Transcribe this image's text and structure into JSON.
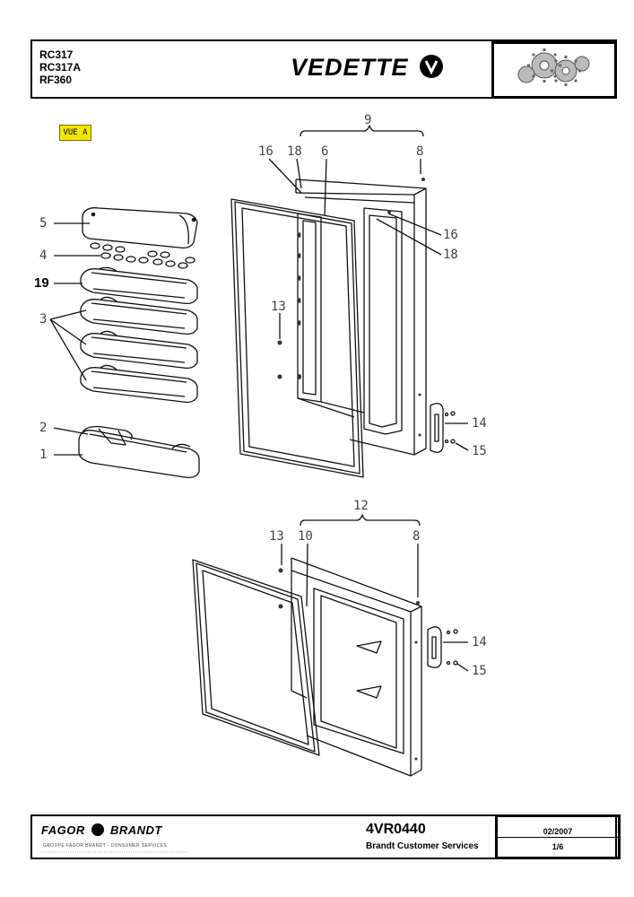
{
  "header": {
    "models": [
      "RC317",
      "RC317A",
      "RF360"
    ],
    "brand": "VEDETTE"
  },
  "view_label": "VUE A",
  "callouts": {
    "c9": "9",
    "c16a": "16",
    "c18a": "18",
    "c6": "6",
    "c8a": "8",
    "c5": "5",
    "c4": "4",
    "c19": "19",
    "c3": "3",
    "c13a": "13",
    "c16b": "16",
    "c18b": "18",
    "c2": "2",
    "c1": "1",
    "c14a": "14",
    "c15a": "15",
    "c12": "12",
    "c13b": "13",
    "c10": "10",
    "c8b": "8",
    "c14b": "14",
    "c15b": "15"
  },
  "footer": {
    "logo": "FAGOR",
    "logo2": "BRANDT",
    "tagline": "GROUPE FAGOR BRANDT - CONSUMER SERVICES",
    "reference": "4VR0440",
    "service": "Brandt Customer Services",
    "date": "02/2007",
    "page": "1/6"
  }
}
